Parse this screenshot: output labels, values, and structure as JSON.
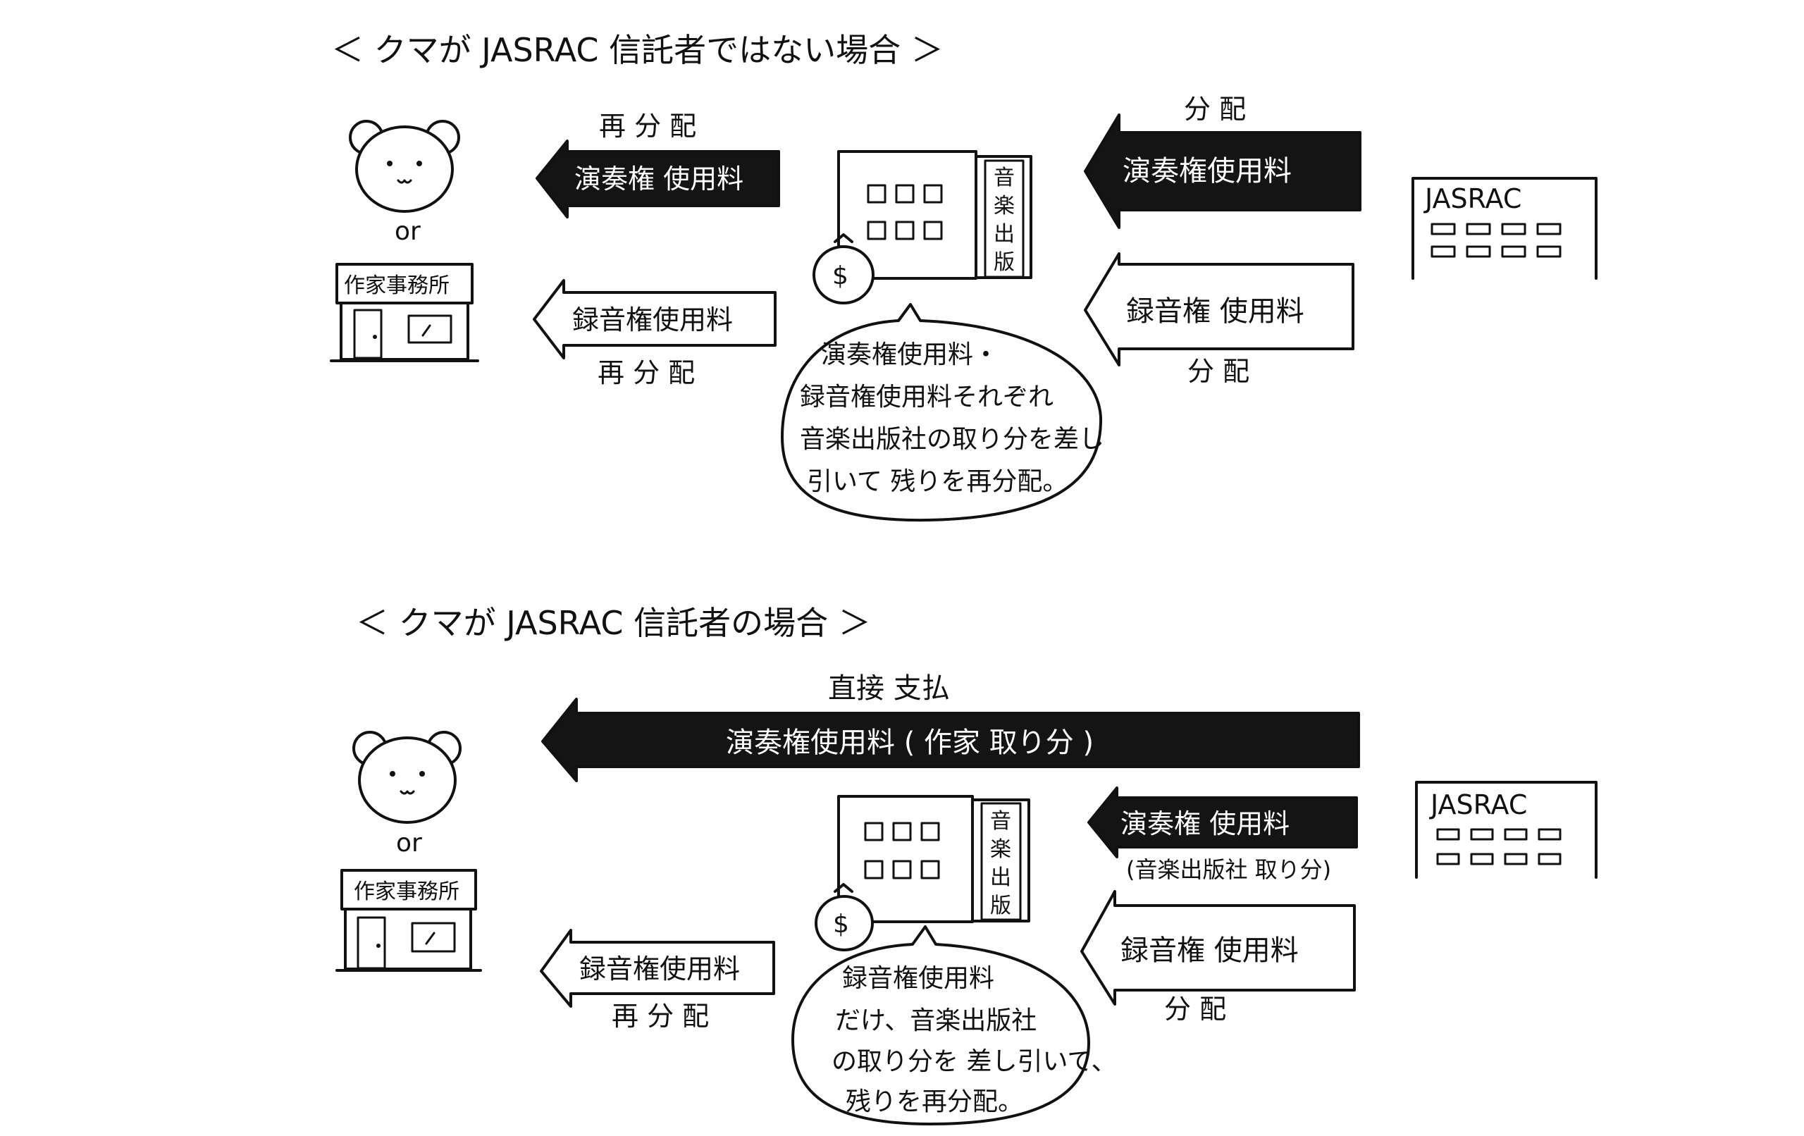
{
  "section1": {
    "title": "＜ クマが JASRAC 信託者ではない場合 ＞",
    "bear_or": "or",
    "office_sign": "作家事務所",
    "publisher_sign": [
      "音",
      "楽",
      "出",
      "版"
    ],
    "jasrac_label": "JASRAC",
    "money_symbol": "$",
    "top_right_caption": "分 配",
    "top_right_arrow": "演奏権使用料",
    "bottom_right_arrow": "録音権 使用料",
    "bottom_right_caption": "分 配",
    "top_left_caption": "再 分 配",
    "top_left_arrow": "演奏権 使用料",
    "bottom_left_arrow": "録音権使用料",
    "bottom_left_caption": "再 分 配",
    "bubble_lines": [
      "演奏権使用料・",
      "録音権使用料それぞれ",
      "音楽出版社の取り分を差し",
      "引いて 残りを再分配。"
    ]
  },
  "section2": {
    "title": "＜ クマが JASRAC 信託者の場合 ＞",
    "bear_or": "or",
    "office_sign": "作家事務所",
    "publisher_sign": [
      "音",
      "楽",
      "出",
      "版"
    ],
    "jasrac_label": "JASRAC",
    "money_symbol": "$",
    "long_caption": "直接 支払",
    "long_arrow": "演奏権使用料 ( 作家 取り分 )",
    "mid_right_arrow": "演奏権 使用料",
    "mid_right_sub": "(音楽出版社 取り分)",
    "bottom_right_arrow": "録音権 使用料",
    "bottom_right_caption": "分 配",
    "bottom_left_arrow": "録音権使用料",
    "bottom_left_caption": "再 分 配",
    "bubble_lines": [
      "録音権使用料",
      "だけ、音楽出版社",
      "の取り分を 差し引いて、",
      "残りを再分配。"
    ]
  }
}
